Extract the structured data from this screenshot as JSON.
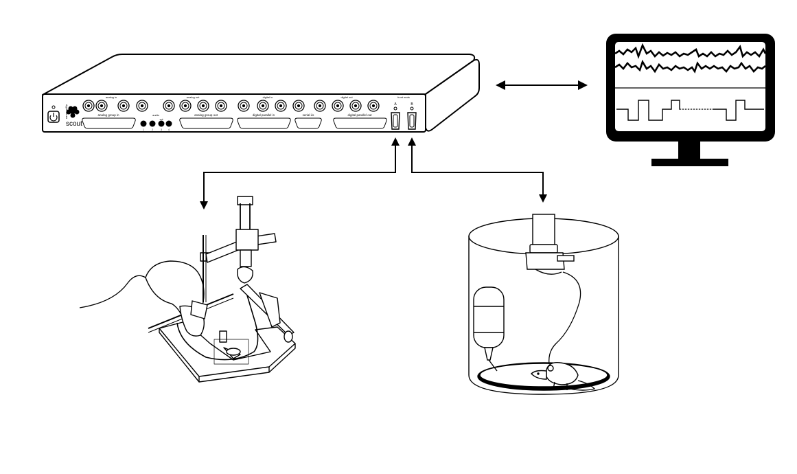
{
  "device": {
    "brand": "scout",
    "brand_small": "ripple neuro",
    "section_labels": [
      "analog in",
      "analog out",
      "digital in",
      "digital out"
    ],
    "connector_labels": [
      "analog group in",
      "analog group out",
      "digital parallel in",
      "serial i/o",
      "digital parallel out"
    ],
    "audio_label": "audio",
    "audio_sub": "out",
    "audio_nums": [
      "1",
      "2",
      "3",
      "4"
    ],
    "port_labels": [
      "A",
      "B"
    ],
    "port_title": "front ends"
  },
  "colors": {
    "stroke": "#000000",
    "background": "#ffffff",
    "accent": "#2a8a2a"
  },
  "icons": [
    "power-icon",
    "ripple-logo-icon",
    "bidirectional-arrow-icon",
    "monitor-icon",
    "stereotaxic-frame-icon",
    "freely-moving-chamber-icon",
    "mouse-icon",
    "water-bottle-icon"
  ]
}
